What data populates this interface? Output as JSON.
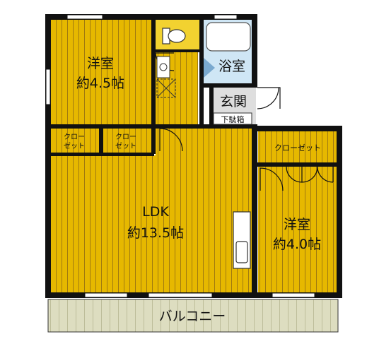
{
  "rooms": {
    "western_room_1": {
      "name": "洋室",
      "size": "約4.5帖"
    },
    "bathroom": {
      "name": "浴室"
    },
    "entrance": {
      "name": "玄関"
    },
    "shoe_box": {
      "name": "下駄箱"
    },
    "closet_a": {
      "name_l1": "クロー",
      "name_l2": "ゼット"
    },
    "closet_b": {
      "name_l1": "クロー",
      "name_l2": "ゼット"
    },
    "closet_c": {
      "name": "クローゼット"
    },
    "ldk": {
      "name": "LDK",
      "size": "約13.5帖"
    },
    "western_room_2": {
      "name": "洋室",
      "size": "約4.0帖"
    },
    "balcony": {
      "name": "バルコニー"
    }
  },
  "colors": {
    "floor": "#e6b800",
    "floor_stripe": "#a07a10",
    "wall": "#111111",
    "bath": "#cfe6f5",
    "balcony": "#ddddc0",
    "entrance_floor": "#dedede",
    "toilet_floor": "#f2d230"
  }
}
